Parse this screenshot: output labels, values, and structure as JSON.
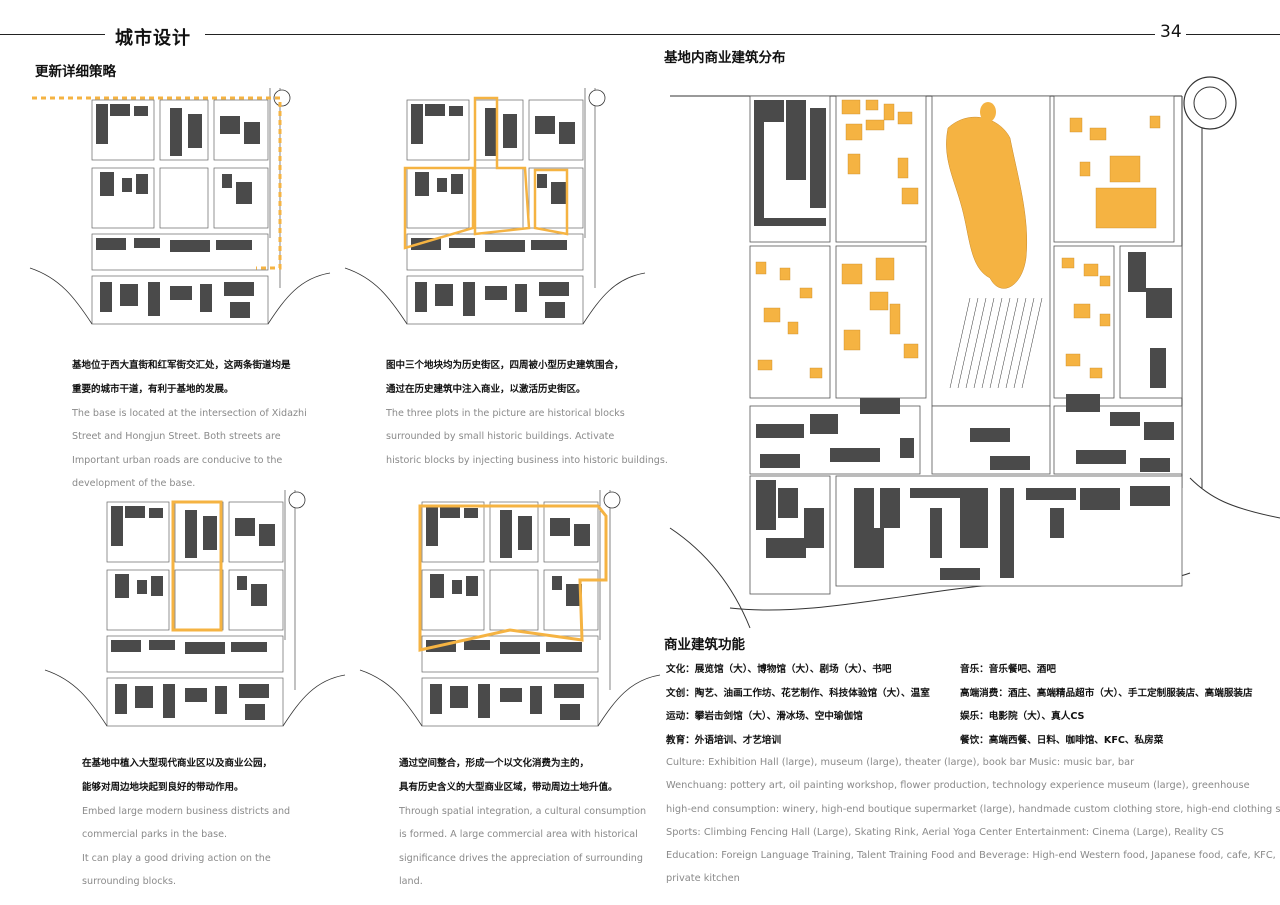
{
  "header": {
    "title": "城市设计",
    "page_number": "34"
  },
  "left": {
    "section_title": "更新详细策略",
    "panels": [
      {
        "cn": [
          "基地位于西大直街和红军街交汇处，这两条街道均是",
          "重要的城市干道，有利于基地的发展。"
        ],
        "en": [
          "The base is located at the intersection of Xidazhi",
          " Street and Hongjun Street. Both streets are",
          "Important urban roads are conducive to the",
          "development of the base."
        ]
      },
      {
        "cn": [
          "图中三个地块均为历史街区，四周被小型历史建筑围合，",
          "通过在历史建筑中注入商业，以激活历史街区。"
        ],
        "en": [
          "The three plots in the picture are historical blocks",
          "surrounded by small historic buildings. Activate",
          "historic blocks by injecting business into historic buildings."
        ]
      },
      {
        "cn": [
          "在基地中植入大型现代商业区以及商业公园，",
          "能够对周边地块起到良好的带动作用。"
        ],
        "en": [
          "Embed large modern business districts and",
          "commercial parks in the base.",
          "It can play a good driving action on the",
          " surrounding blocks."
        ]
      },
      {
        "cn": [
          "通过空间整合，形成一个以文化消费为主的，",
          "具有历史含义的大型商业区域，带动周边土地升值。"
        ],
        "en": [
          "Through spatial integration, a cultural consumption",
          "is formed. A large commercial area with historical",
          "significance drives the appreciation of surrounding",
          "land."
        ]
      }
    ]
  },
  "right": {
    "map_title": "基地内商业建筑分布",
    "functions_title": "商业建筑功能",
    "functions_col1": [
      "文化：展览馆（大）、博物馆（大）、剧场（大）、书吧",
      "文创：陶艺、油画工作坊、花艺制作、科技体验馆（大）、温室",
      "运动：攀岩击剑馆（大）、滑冰场、空中瑜伽馆",
      "教育：外语培训、才艺培训"
    ],
    "functions_col2": [
      "音乐：音乐餐吧、酒吧",
      "高端消费：酒庄、高端精品超市（大）、手工定制服装店、高端服装店",
      "娱乐：电影院（大）、真人CS",
      "餐饮：高端西餐、日料、咖啡馆、KFC、私房菜"
    ],
    "functions_en": [
      "Culture: Exhibition Hall (large), museum (large), theater (large), book bar Music: music bar, bar",
      "Wenchuang: pottery art, oil painting workshop, flower production, technology experience museum (large), greenhouse",
      "high-end consumption: winery, high-end boutique supermarket (large), handmade custom clothing store, high-end clothing store",
      "Sports: Climbing Fencing Hall (Large), Skating Rink, Aerial Yoga Center Entertainment: Cinema (Large), Reality CS",
      "Education: Foreign Language Training, Talent Training Food and Beverage: High-end Western food, Japanese food, cafe, KFC,",
      "private kitchen"
    ]
  },
  "colors": {
    "accent": "#f5b342",
    "building": "#4a4a4a",
    "line": "#333333"
  }
}
